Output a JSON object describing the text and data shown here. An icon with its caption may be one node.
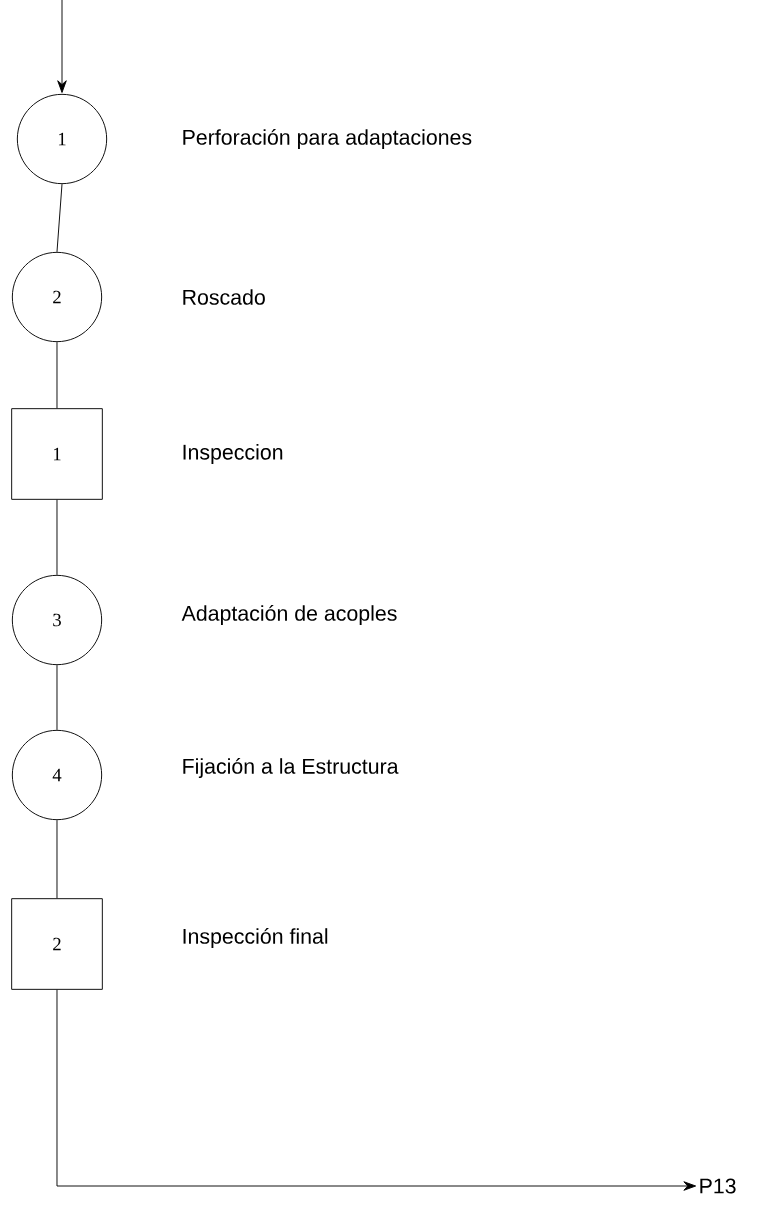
{
  "diagram": {
    "nodes": [
      {
        "text": [
          "1"
        ],
        "beside": [
          "Perforación  para adaptaciones"
        ]
      },
      {
        "text": [
          "2"
        ],
        "beside": [
          "Roscado"
        ]
      },
      {
        "text": [
          "1"
        ],
        "beside": [
          "Inspeccion"
        ]
      },
      {
        "text": [
          "3"
        ],
        "beside": [
          "Adaptación de acoples"
        ]
      },
      {
        "text": [
          "4"
        ],
        "beside": [
          "Fijación a la Estructura"
        ]
      },
      {
        "text": [
          "2"
        ],
        "beside": [
          "Inspección final"
        ]
      },
      {
        "text": [
          "P13"
        ]
      }
    ],
    "edges": [
      {
        "from": null,
        "to": 0,
        "arrow": "to"
      },
      {
        "from": 0,
        "to": 1,
        "arrow": "none"
      },
      {
        "from": 1,
        "to": 2,
        "arrow": "none"
      },
      {
        "from": 2,
        "to": 3,
        "arrow": "none"
      },
      {
        "from": 3,
        "to": 4,
        "arrow": "none"
      },
      {
        "from": 4,
        "to": 5,
        "arrow": "none"
      },
      {
        "from": 5,
        "to": 6,
        "arrow": "to"
      }
    ]
  }
}
